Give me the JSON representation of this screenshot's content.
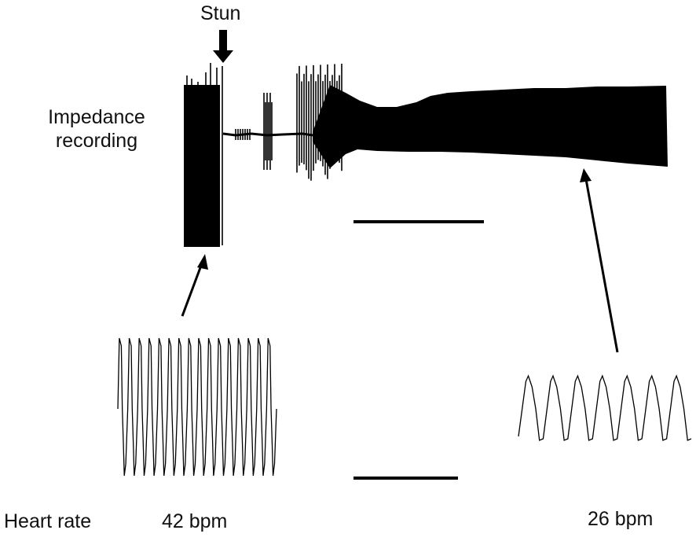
{
  "labels": {
    "stun": "Stun",
    "impedance_line1": "Impedance",
    "impedance_line2": "recording",
    "heart_rate": "Heart rate",
    "rate_before": "42 bpm",
    "rate_after": "26 bpm"
  },
  "colors": {
    "trace": "#000000",
    "background": "#ffffff",
    "text": "#111111"
  },
  "icons": [
    "stun-arrow-icon",
    "pointer-arrow-icon"
  ]
}
